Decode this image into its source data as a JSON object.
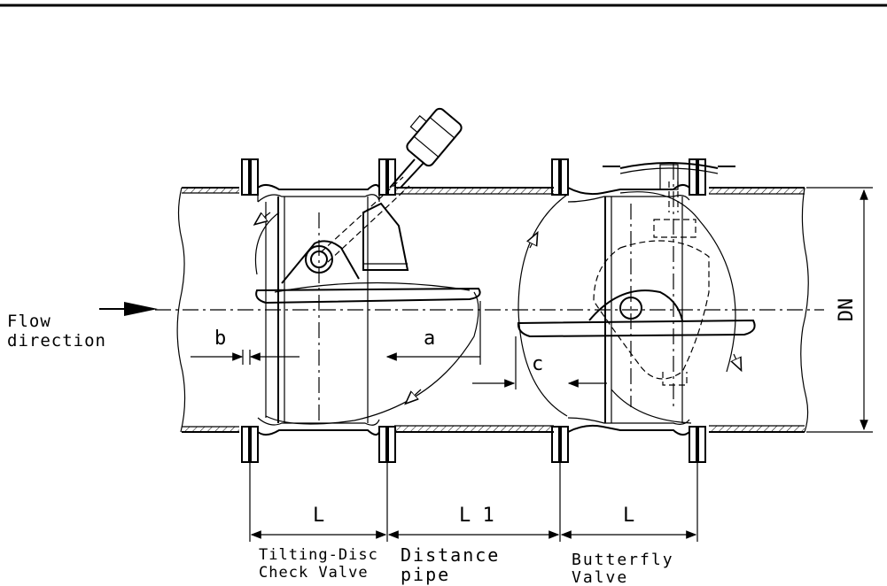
{
  "labels": {
    "flow": "Flow",
    "direction": "direction",
    "b": "b",
    "a": "a",
    "c": "c",
    "dn": "DN",
    "l_left": "L",
    "l1": "L 1",
    "l_right": "L",
    "tilting_1": "Tilting-Disc",
    "tilting_2": "Check Valve",
    "distance_1": "Distance",
    "distance_2": "pipe",
    "butterfly_1": "Butterfly",
    "butterfly_2": "Valve"
  }
}
